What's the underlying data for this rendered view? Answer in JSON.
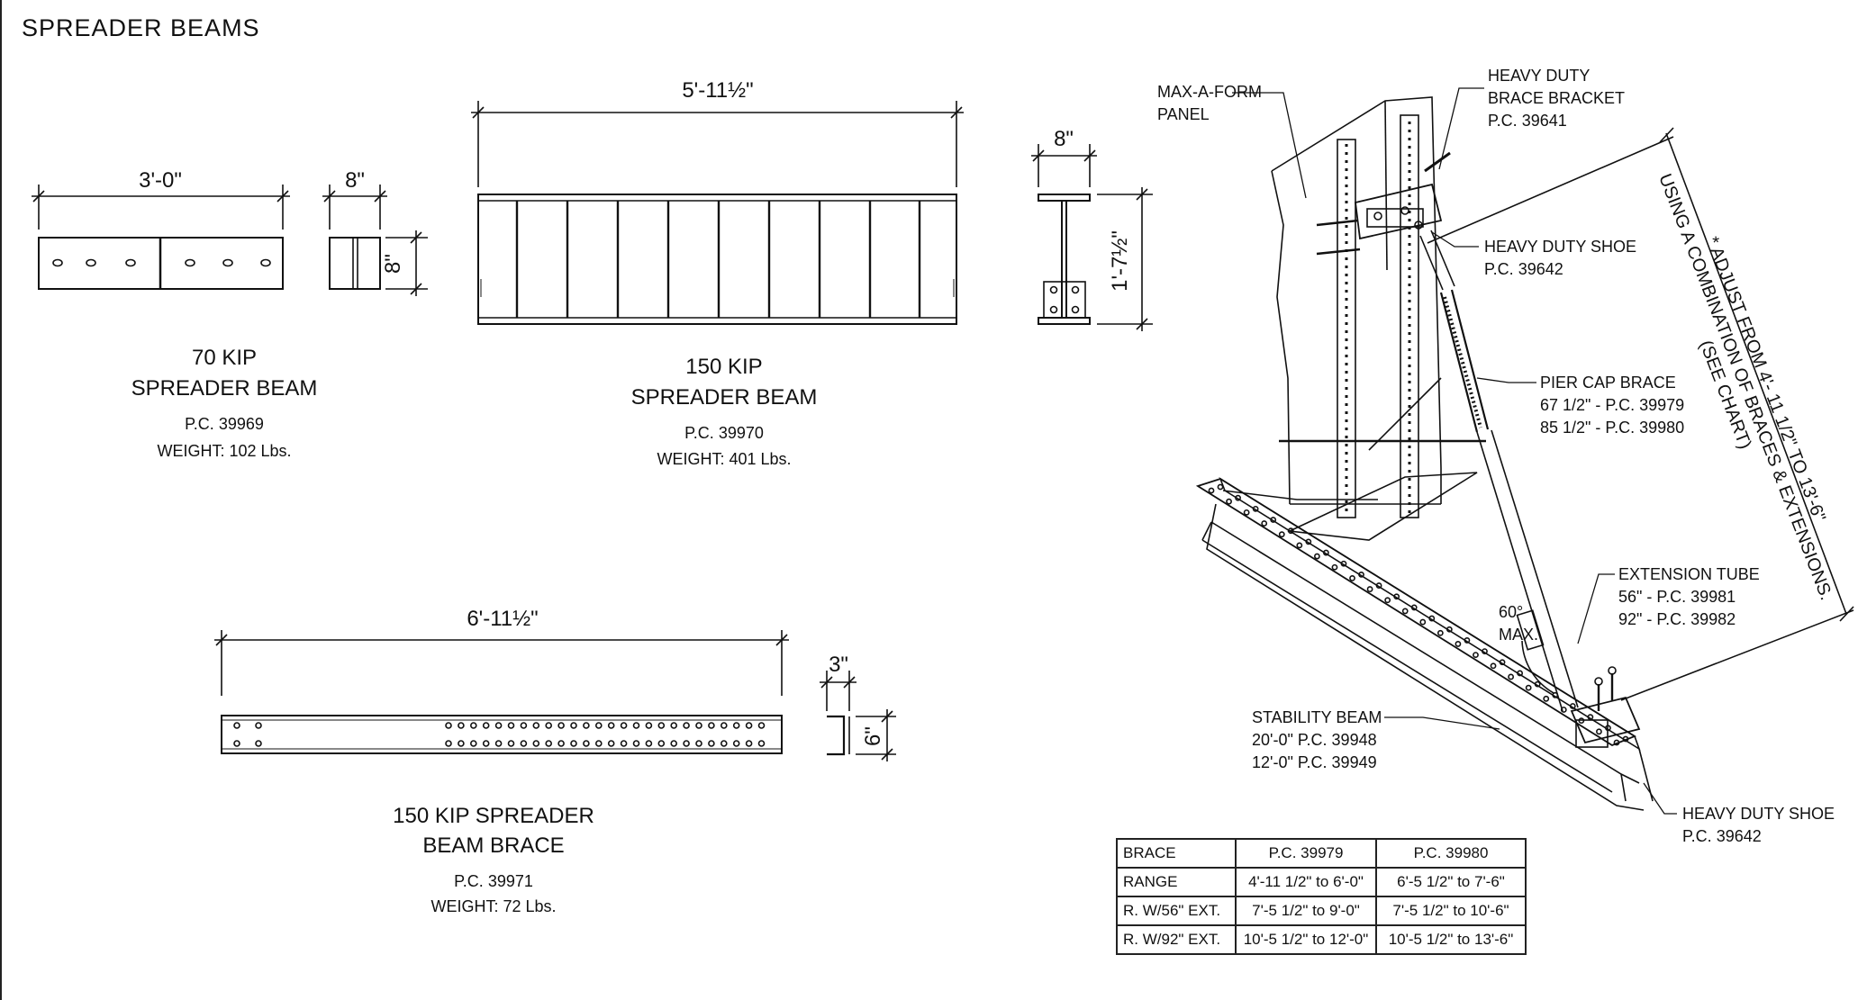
{
  "sheet_title": "SPREADER BEAMS",
  "beams": {
    "kip70": {
      "dim_length": "3'-0\"",
      "dim_width": "8\"",
      "dim_height": "8\"",
      "name_line1": "70 KIP",
      "name_line2": "SPREADER BEAM",
      "pc": "P.C. 39969",
      "weight": "WEIGHT: 102 Lbs."
    },
    "kip150": {
      "dim_length": "5'-11½\"",
      "dim_width": "8\"",
      "dim_height": "1'-7½\"",
      "name_line1": "150 KIP",
      "name_line2": "SPREADER BEAM",
      "pc": "P.C. 39970",
      "weight": "WEIGHT: 401 Lbs."
    },
    "brace": {
      "dim_length": "6'-11½\"",
      "dim_width": "3\"",
      "dim_height": "6\"",
      "name_line1": "150 KIP SPREADER",
      "name_line2": "BEAM BRACE",
      "pc": "P.C. 39971",
      "weight": "WEIGHT: 72 Lbs."
    }
  },
  "assembly": {
    "panel_label": "MAX-A-FORM\nPANEL",
    "bracket_label": "HEAVY DUTY\nBRACE BRACKET\nP.C. 39641",
    "shoe_top_label": "HEAVY DUTY SHOE\nP.C. 39642",
    "pier_cap_label": "PIER CAP BRACE\n67 1/2\" - P.C. 39979\n85 1/2\" - P.C. 39980",
    "extension_label": "EXTENSION TUBE\n56\" - P.C. 39981\n92\" - P.C. 39982",
    "angle_label": "60°\nMAX.",
    "stability_label": "STABILITY BEAM\n20'-0\" P.C. 39948\n12'-0\" P.C. 39949",
    "shoe_bottom_label": "HEAVY DUTY SHOE\nP.C. 39642",
    "adjust_note_line1": "* ADJUST FROM 4'- 11 1/2\" TO 13'-6\"",
    "adjust_note_line2": "USING A COMBINATION OF BRACES & EXTENSIONS.",
    "adjust_note_line3": "(SEE CHART)"
  },
  "brace_chart": {
    "headers": [
      "BRACE",
      "P.C. 39979",
      "P.C. 39980"
    ],
    "rows": [
      [
        "RANGE",
        "4'-11 1/2\" to 6'-0\"",
        "6'-5 1/2\" to 7'-6\""
      ],
      [
        "R. W/56\" EXT.",
        "7'-5 1/2\" to 9'-0\"",
        "7'-5 1/2\" to 10'-6\""
      ],
      [
        "R. W/92\" EXT.",
        "10'-5 1/2\" to 12'-0\"",
        "10'-5 1/2\" to 13'-6\""
      ]
    ]
  }
}
